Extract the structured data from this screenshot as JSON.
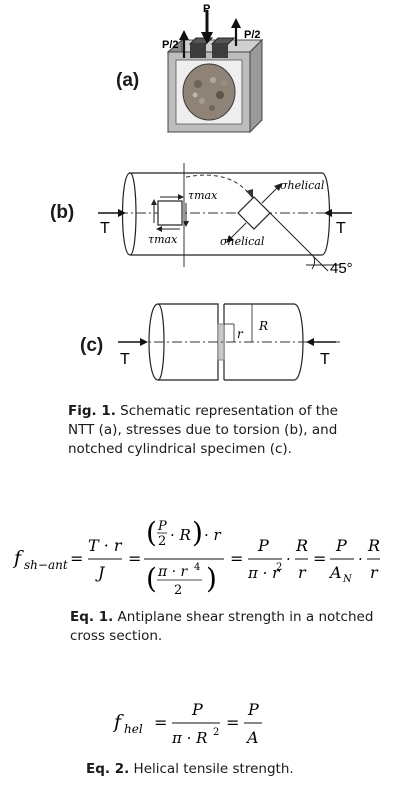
{
  "figure": {
    "panel_a": {
      "label": "(a)",
      "load_top": "P",
      "load_left": "P/2",
      "load_right": "P/2"
    },
    "panel_b": {
      "label": "(b)",
      "torque_left": "T",
      "torque_right": "T",
      "tau_top": "τmax",
      "tau_bottom": "τmax",
      "sigma_top": "σhelical",
      "sigma_bottom": "σhelical",
      "angle": "45°"
    },
    "panel_c": {
      "label": "(c)",
      "torque_left": "T",
      "torque_right": "T",
      "r": "r",
      "R": "R"
    },
    "caption_bold": "Fig. 1.",
    "caption_text": " Schematic representation of the NTT (a), stresses due to torsion (b), and notched cylindrical specimen (c)."
  },
  "equation1": {
    "lhs": "f",
    "lhs_sub": "sh−ant",
    "caption_bold": "Eq. 1.",
    "caption_text": " Antiplane shear strength in a notched cross section."
  },
  "equation2": {
    "lhs": "f",
    "lhs_sub": "hel",
    "caption_bold": "Eq. 2.",
    "caption_text": " Helical tensile strength."
  }
}
